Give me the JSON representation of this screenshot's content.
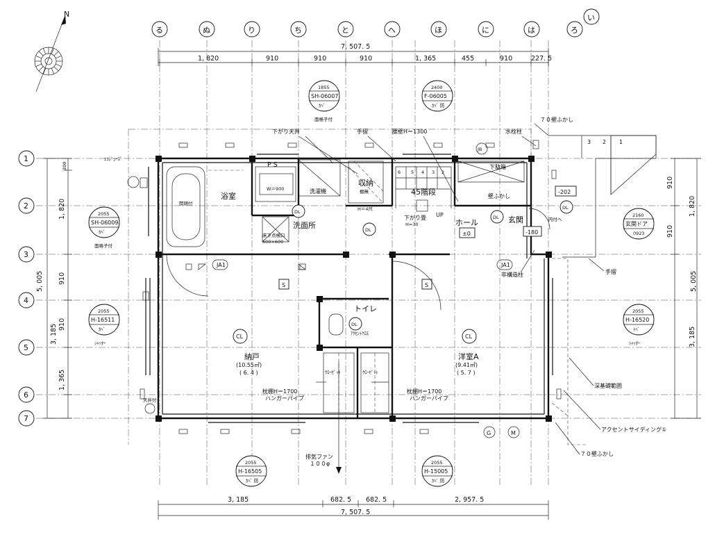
{
  "top_axis": [
    "る",
    "ぬ",
    "り",
    "ち",
    "と",
    "へ",
    "ほ",
    "に",
    "は",
    "ろ",
    "い"
  ],
  "left_axis": [
    "1",
    "2",
    "3",
    "4",
    "5",
    "6",
    "7"
  ],
  "north_label": "N",
  "dims": {
    "total_top": "7, 507. 5",
    "top_segments": [
      "1, 820",
      "910",
      "910",
      "910",
      "1, 365",
      "455",
      "910",
      "227. 5"
    ],
    "total_bottom": "7, 507. 5",
    "bottom_segments": [
      "3, 185",
      "682. 5",
      "682. 5",
      "2, 957. 5"
    ],
    "left_outer": "5, 005",
    "left_segments": [
      "200",
      "1, 820",
      "910",
      "3, 185",
      "910",
      "1, 365"
    ],
    "right_outer": "5, 005",
    "right_segments": [
      "910",
      "1, 820",
      "910",
      "3, 185"
    ]
  },
  "windows": [
    {
      "size": "1855",
      "code": "SH-06007",
      "spec": "ｶﾍﾞ",
      "note": "面格子付"
    },
    {
      "size": "2400",
      "code": "F-06005",
      "spec": "ｶﾍﾞ 防",
      "note": ""
    },
    {
      "size": "2055",
      "code": "SH-06009",
      "spec": "ｶﾍﾞ",
      "note": "面格子付"
    },
    {
      "size": "2160",
      "code": "玄関ドア",
      "spec": "0923",
      "note": ""
    },
    {
      "size": "2055",
      "code": "H-16511",
      "spec": "ｶﾍﾞ",
      "note": "ｼｬｯﾀｰ"
    },
    {
      "size": "2055",
      "code": "H-16520",
      "spec": "ﾄﾍﾞ",
      "note": "ｼｬｯﾀｰ"
    },
    {
      "size": "2055",
      "code": "H-16505",
      "spec": "ｶﾍﾞ 防",
      "note": ""
    },
    {
      "size": "2055",
      "code": "H-15005",
      "spec": "ｶﾍﾞ 防",
      "note": ""
    }
  ],
  "rooms": {
    "bath": "浴室",
    "washroom": "洗面所",
    "storage": "収納",
    "storage_sub": "棚無",
    "stairs": "階段",
    "hall": "ホール",
    "hall_level": "±0",
    "entrance": "玄関",
    "entrance_level": "-180",
    "toilet": "トイレ",
    "pantry": "納戸",
    "pantry_area": "(10.55㎡)",
    "pantry_tatami": "( 6. 4 )",
    "western": "洋室A",
    "western_area": "(9.41㎡)",
    "western_tatami": "( 5. 7 )",
    "closet": "ｸﾛｰｾﾞｯﾄ"
  },
  "annotations": {
    "ceiling_drop": "下がり天井",
    "handrail": "手摺",
    "waist_wall": "腰壁H＝1300",
    "water_post": "水栓柱",
    "wall_70_top": "７０壁ふかし",
    "ps": "P S",
    "w900": "W＝900",
    "washer": "洗濯機",
    "h4": "H＝4尺",
    "drop_tatami": "下がり畳",
    "h30": "H=30",
    "up": "UP",
    "shoe_box": "下駄箱",
    "wall_fill": "壁ふかし",
    "step": "-202",
    "inside_out": "内付へ",
    "underfloor": "床下点検口",
    "underfloor_size": "600×600",
    "handrail_bath": "開閉付",
    "eco": "ｴｺｼﾞｭｰｽﾞ",
    "tana1": "枕棚H＝1700",
    "hanger1": "ハンガーパイプ",
    "tana2": "枕棚H＝1700",
    "hanger2": "ハンガーパイプ",
    "accent_cloth": "ｱｸｾﾝﾄｸﾛｽ",
    "fan": "排気ファン",
    "fan_size": "１００φ",
    "nonstruct": "非構造柱",
    "handrail_right": "手摺",
    "foundation": "深基礎範囲",
    "accent_siding": "アクセントサイディング①",
    "wall_70_bottom": "７０壁ふかし",
    "ceiling_fix": "天井付",
    "ja1": "JA1",
    "ja1b": "JA1",
    "jb": "JB",
    "steps": [
      "3",
      "2",
      "1"
    ],
    "stair_nums": [
      "6",
      "5",
      "4",
      "3",
      "2"
    ],
    "stair_45": "45",
    "dl": "DL",
    "cl": "CL",
    "s": "S",
    "g": "G",
    "m": "M"
  }
}
